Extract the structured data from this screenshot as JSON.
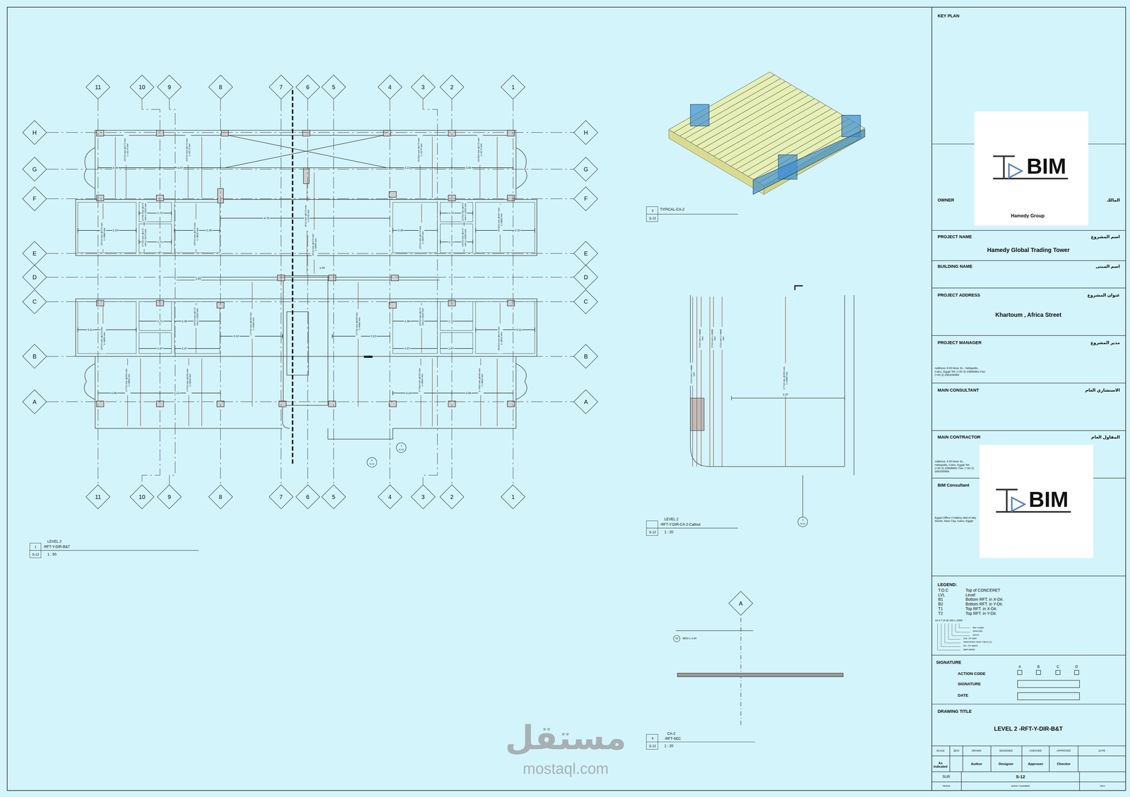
{
  "diagram": {
    "nodes": [
      {
        "text": [
          "11"
        ]
      },
      {
        "text": [
          "10"
        ]
      },
      {
        "text": [
          "9"
        ]
      },
      {
        "text": [
          "8"
        ]
      },
      {
        "text": [
          "7"
        ]
      },
      {
        "text": [
          "6"
        ]
      },
      {
        "text": [
          "5"
        ]
      },
      {
        "text": [
          "4"
        ]
      },
      {
        "text": [
          "3"
        ]
      },
      {
        "text": [
          "2"
        ]
      },
      {
        "text": [
          "1"
        ]
      },
      {
        "text": [
          "11"
        ]
      },
      {
        "text": [
          "10"
        ]
      },
      {
        "text": [
          "9"
        ]
      },
      {
        "text": [
          "8"
        ]
      },
      {
        "text": [
          "7"
        ]
      },
      {
        "text": [
          "6"
        ]
      },
      {
        "text": [
          "5"
        ]
      },
      {
        "text": [
          "4"
        ]
      },
      {
        "text": [
          "3"
        ]
      },
      {
        "text": [
          "2"
        ]
      },
      {
        "text": [
          "1"
        ]
      },
      {
        "text": [
          "H"
        ]
      },
      {
        "text": [
          "G"
        ]
      },
      {
        "text": [
          "F"
        ]
      },
      {
        "text": [
          "E"
        ]
      },
      {
        "text": [
          "D"
        ]
      },
      {
        "text": [
          "C"
        ]
      },
      {
        "text": [
          "B"
        ]
      },
      {
        "text": [
          "A"
        ]
      },
      {
        "text": [
          "H"
        ]
      },
      {
        "text": [
          "G"
        ]
      },
      {
        "text": [
          "F"
        ]
      },
      {
        "text": [
          "E"
        ]
      },
      {
        "text": [
          "D"
        ]
      },
      {
        "text": [
          "C"
        ]
      },
      {
        "text": [
          "B"
        ]
      },
      {
        "text": [
          "A"
        ]
      },
      {
        "text": [
          "A"
        ]
      },
      {
        "text": [
          "KEY PLAN"
        ]
      },
      {
        "text": [
          "BIM"
        ]
      },
      {
        "text": [
          "OWNER",
          "المالك",
          "Hamedy Group"
        ]
      },
      {
        "text": [
          "PROJECT NAME",
          "اسم المشروع",
          "Hamedy Global Trading Tower"
        ]
      },
      {
        "text": [
          "BUILDING NAME",
          "اسم المبنى"
        ]
      },
      {
        "text": [
          "PROJECT ADDRESS",
          "عنوان المشروع",
          "Khartoum , Africa Street"
        ]
      },
      {
        "text": [
          "PROJECT MANAGER",
          "مدير المشروع",
          "Address: 8 El-Nour St., Heliopolis, Cairo, Egypt Tel: (+20 2) 23896861 Fax: (+20 2) 259155969"
        ]
      },
      {
        "text": [
          "MAIN CONSULTANT",
          "الاستشاري العام"
        ]
      },
      {
        "text": [
          "BIM"
        ]
      },
      {
        "text": [
          "MAIN CONTRACTOR",
          "المقاول العام",
          "Address: 8 El-Nour St., Heliopolis, Cairo, Egypt Tel: (+20 2) 23896861 Fax: (+20 2) 259155969"
        ]
      },
      {
        "text": [
          "BIM Consultant",
          "Egypt Office 4 hakmy abd el atty Street, Nasr City, Cairo, Egypt"
        ]
      },
      {
        "text": [
          "LEGEND:"
        ]
      },
      {
        "text": [
          "SIGNATURE",
          "ACTION CODE",
          "SIGNATURE",
          "DATE"
        ]
      },
      {
        "text": [
          "DRAWING TITLE",
          "LEVEL 2 -RFT-Y-DIR-B&T"
        ]
      },
      {
        "text": [
          "1",
          "S-12"
        ]
      },
      {
        "text": [
          "3",
          "S-12"
        ]
      },
      {
        "text": [
          "S-12"
        ]
      },
      {
        "text": [
          "4",
          "S-12"
        ]
      },
      {
        "text": [
          "2",
          "S-12"
        ]
      },
      {
        "text": [
          "4",
          "S-12"
        ]
      },
      {
        "text": [
          "4",
          "S-12"
        ]
      }
    ],
    "edges": [
      {
        "from": 0,
        "to": 11,
        "arrow": "none"
      },
      {
        "from": 1,
        "to": 12,
        "arrow": "none"
      },
      {
        "from": 2,
        "to": 13,
        "arrow": "none"
      },
      {
        "from": 3,
        "to": 14,
        "arrow": "none"
      },
      {
        "from": 4,
        "to": 15,
        "arrow": "none"
      },
      {
        "from": 5,
        "to": 16,
        "arrow": "none"
      },
      {
        "from": 6,
        "to": 17,
        "arrow": "none"
      },
      {
        "from": 7,
        "to": 18,
        "arrow": "none"
      },
      {
        "from": 8,
        "to": 19,
        "arrow": "none"
      },
      {
        "from": 9,
        "to": 20,
        "arrow": "none"
      },
      {
        "from": 10,
        "to": 21,
        "arrow": "none"
      },
      {
        "from": 22,
        "to": 30,
        "arrow": "none"
      },
      {
        "from": 23,
        "to": 31,
        "arrow": "none"
      },
      {
        "from": 24,
        "to": 32,
        "arrow": "none"
      },
      {
        "from": 25,
        "to": 33,
        "arrow": "none"
      },
      {
        "from": 26,
        "to": 34,
        "arrow": "none"
      },
      {
        "from": 27,
        "to": 35,
        "arrow": "none"
      },
      {
        "from": 28,
        "to": 36,
        "arrow": "none"
      },
      {
        "from": 29,
        "to": 37,
        "arrow": "none"
      }
    ],
    "labels": [
      "20T10 mm @170 mm L=3170 mm",
      "20T10 mm @170 mm L=3170 mm",
      "25-R10 mm @170 mm L=3170 mm",
      "25-R10 mm @170 mm L=3170 mm",
      "3.09",
      "3.07",
      "3.13",
      "3.09",
      "12T10 mm @170 mm L=1520 mm",
      "17T10 mm @170 mm L=3170 mm",
      "20T10 mm @170 mm L=2880 mm",
      "15T10 mm @170 mm L=3825 mm",
      "8T10 mm @170 mm L=5130 mm",
      "8T10 mm @170 mm L=6990 mm",
      "15T10 mm @170 mm L=2825 mm",
      "14T10 mm @170 mm L=1820 mm",
      "12T10 mm @170 mm L=1520 mm",
      "25-R10 mm @167 mm L=2880 mm",
      "2.10",
      "2.36",
      "8.75",
      "2.36",
      "1.72",
      "1.72",
      "1.71",
      "1.71",
      "3.10",
      "1.00",
      "1.63",
      "20T10 mm @170 mm L=3850 mm",
      "17T10 mm @200 mm L=4080 mm",
      "17T10 mm @200 mm L=4080 mm",
      "25-R10 mm @170 mm L=3810 mm",
      "15T10 mm @170 mm L=2825 mm",
      "10T10 mm @170 mm L=2820 mm",
      "3.11",
      "1.71",
      "2.38",
      "3.10",
      "3.10",
      "2.36",
      "1.72",
      "3.11",
      "1.87",
      "2.37",
      "2.07",
      "1.87",
      "17T10 mm @200 mm L=3840 mm",
      "17T10 mm @200 mm L=3840 mm",
      "17-R10 mm @200 mm L=3840 mm",
      "17-R10 mm @200 mm L=3840 mm",
      "3.09",
      "3.13",
      "3.13",
      "3.09",
      "LEVEL 2",
      "-RFT-Y-DIR-B&T",
      "1 : 50",
      "TYPICAL-CA-2",
      "LEVEL 2",
      "-RFT-Y-DIR-CA-2-Callout",
      "1 : 20",
      "CA-2",
      "-RFT-SEC",
      "1 : 20",
      "1T10 mm L=4880 mm",
      "1T10 mm L=4880 mm",
      "1T10 mm L=4880 mm",
      "1T10 mm L=4880 mm",
      "17T10 mm @150 mm L=4880 mm",
      "2.37",
      "03",
      "3Ø10 L=4.94",
      "T.O.C",
      "Top of CONCERET",
      "LVL",
      "Level",
      "B1",
      "Bottom RFT. in X-Dir.",
      "B2",
      "Bottom RFT. in Y-Dir.",
      "T1",
      "Top RFT. in X-Dir.",
      "T2",
      "Top RFT. in Y-Dir.",
      "01 5 T 10 @ 200 L=3000",
      "Bar Lenght",
      "SPACING",
      "EACH",
      "DIA. OF BAR",
      "INDICATED HIGH YIELD (T)",
      "NO. OF BARS",
      "BAR MARK",
      "A",
      "B",
      "C",
      "D",
      "SCALE",
      "@A0",
      "DRAWN",
      "DESIGNED",
      "CHECKED",
      "APPROVED",
      "DATE",
      "As indicated",
      "Author",
      "Designer",
      "Approver",
      "Checker",
      "SUR",
      "S-12",
      "TRADE",
      "SHEET NUMBER",
      "REV",
      "مستقل",
      "mostaql.com"
    ]
  }
}
